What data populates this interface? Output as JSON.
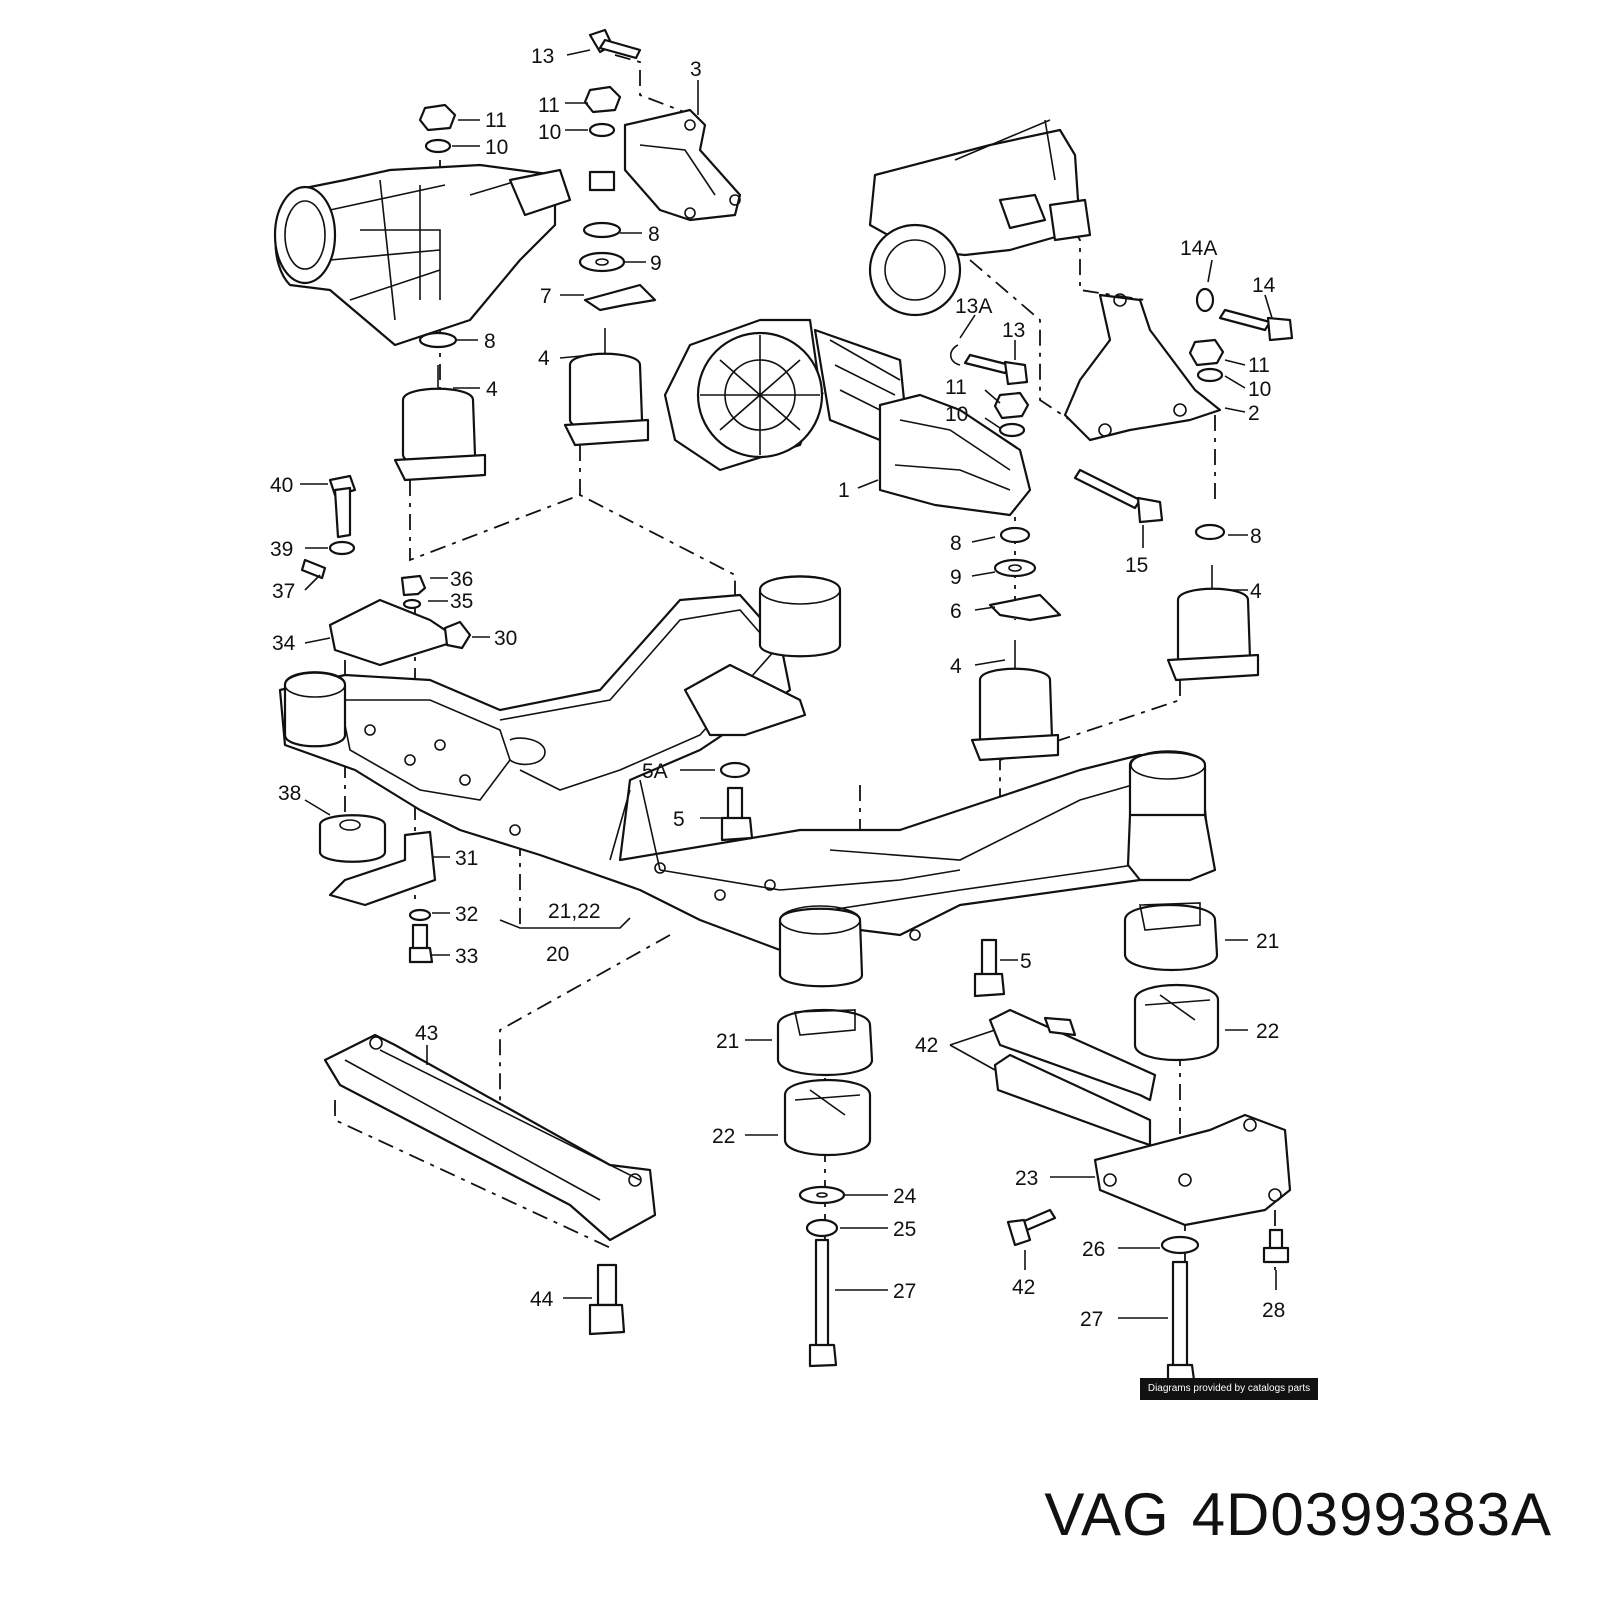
{
  "credit": "Diagrams provided by catalogs parts",
  "caption": {
    "brand": "VAG",
    "part_number": "4D0399383A"
  },
  "callouts": [
    {
      "id": "c13a",
      "text": "13"
    },
    {
      "id": "c3",
      "text": "3"
    },
    {
      "id": "c11a",
      "text": "11"
    },
    {
      "id": "c10a",
      "text": "10"
    },
    {
      "id": "c11b",
      "text": "11"
    },
    {
      "id": "c10b",
      "text": "10"
    },
    {
      "id": "c8a",
      "text": "8"
    },
    {
      "id": "c9a",
      "text": "9"
    },
    {
      "id": "c7",
      "text": "7"
    },
    {
      "id": "c8b",
      "text": "8"
    },
    {
      "id": "c4a",
      "text": "4"
    },
    {
      "id": "c4b",
      "text": "4"
    },
    {
      "id": "c14a",
      "text": "14A"
    },
    {
      "id": "c14",
      "text": "14"
    },
    {
      "id": "c13b",
      "text": "13A"
    },
    {
      "id": "c13c",
      "text": "13"
    },
    {
      "id": "c11c",
      "text": "11"
    },
    {
      "id": "c10c",
      "text": "10"
    },
    {
      "id": "c11d",
      "text": "11"
    },
    {
      "id": "c10d",
      "text": "10"
    },
    {
      "id": "c2",
      "text": "2"
    },
    {
      "id": "c1",
      "text": "1"
    },
    {
      "id": "c15",
      "text": "15"
    },
    {
      "id": "c8c",
      "text": "8"
    },
    {
      "id": "c8d",
      "text": "8"
    },
    {
      "id": "c9b",
      "text": "9"
    },
    {
      "id": "c6",
      "text": "6"
    },
    {
      "id": "c4c",
      "text": "4"
    },
    {
      "id": "c4d",
      "text": "4"
    },
    {
      "id": "c40",
      "text": "40"
    },
    {
      "id": "c39",
      "text": "39"
    },
    {
      "id": "c36",
      "text": "36"
    },
    {
      "id": "c37",
      "text": "37"
    },
    {
      "id": "c35",
      "text": "35"
    },
    {
      "id": "c34",
      "text": "34"
    },
    {
      "id": "c30",
      "text": "30"
    },
    {
      "id": "c38",
      "text": "38"
    },
    {
      "id": "c31",
      "text": "31"
    },
    {
      "id": "c32",
      "text": "32"
    },
    {
      "id": "c33",
      "text": "33"
    },
    {
      "id": "c2122",
      "text": "21,22"
    },
    {
      "id": "c20",
      "text": "20"
    },
    {
      "id": "c5a",
      "text": "5A"
    },
    {
      "id": "c5b",
      "text": "5"
    },
    {
      "id": "c5c",
      "text": "5"
    },
    {
      "id": "c21a",
      "text": "21"
    },
    {
      "id": "c22a",
      "text": "22"
    },
    {
      "id": "c21b",
      "text": "21"
    },
    {
      "id": "c22b",
      "text": "22"
    },
    {
      "id": "c43",
      "text": "43"
    },
    {
      "id": "c42a",
      "text": "42"
    },
    {
      "id": "c23",
      "text": "23"
    },
    {
      "id": "c24",
      "text": "24"
    },
    {
      "id": "c25",
      "text": "25"
    },
    {
      "id": "c26",
      "text": "26"
    },
    {
      "id": "c27a",
      "text": "27"
    },
    {
      "id": "c27b",
      "text": "27"
    },
    {
      "id": "c42b",
      "text": "42"
    },
    {
      "id": "c28",
      "text": "28"
    },
    {
      "id": "c44",
      "text": "44"
    }
  ]
}
